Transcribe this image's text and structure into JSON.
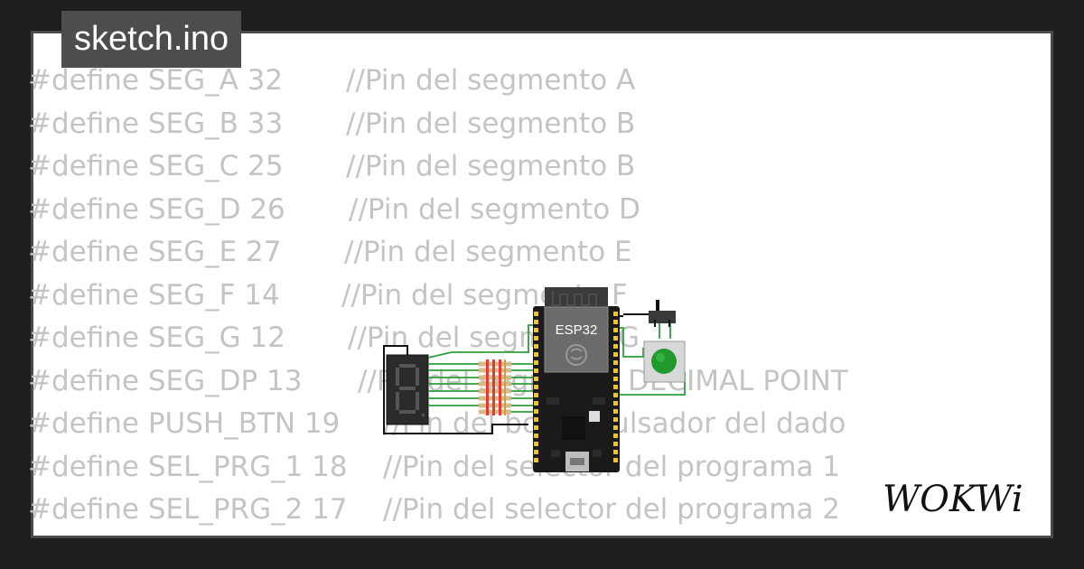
{
  "tab": {
    "filename": "sketch.ino"
  },
  "code_lines": [
    {
      "define": "#define SEG_A 32",
      "comment": "//Pin del segmento A"
    },
    {
      "define": "#define SEG_B 33",
      "comment": "//Pin del segmento B"
    },
    {
      "define": "#define SEG_C 25",
      "comment": "//Pin del segmento B"
    },
    {
      "define": "#define SEG_D 26",
      "comment": "//Pin del segmento D"
    },
    {
      "define": "#define SEG_E 27",
      "comment": "//Pin del segmento E"
    },
    {
      "define": "#define SEG_F 14",
      "comment": "//Pin del segmento F"
    },
    {
      "define": "#define SEG_G 12",
      "comment": "//Pin del segmento G"
    },
    {
      "define": "#define SEG_DP 13",
      "comment": "//Pin del segmento DECIMAL POINT"
    },
    {
      "define": "#define PUSH_BTN 19",
      "comment": "//Pin del boton pulsador del dado"
    },
    {
      "define": "#define SEL_PRG_1 18",
      "comment": "//Pin del selector del programa 1"
    },
    {
      "define": "#define SEL_PRG_2 17",
      "comment": "//Pin del selector del programa 2"
    }
  ],
  "board": {
    "label": "ESP32"
  },
  "logo": {
    "text": "WOKWi"
  },
  "colors": {
    "page_bg": "#1e1e1e",
    "card_bg": "#ffffff",
    "tab_bg": "#4d4d4d",
    "code_text": "#c4c4c4",
    "wire_green": "#2e9e3a",
    "button_green": "#1f9a2b",
    "board_black": "#1a1a1a",
    "resistor_red": "#e53935"
  }
}
